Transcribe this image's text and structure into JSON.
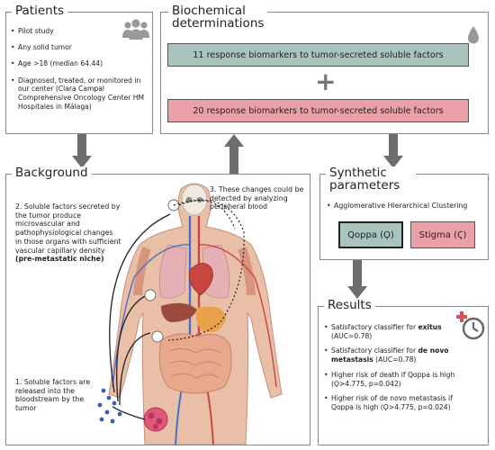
{
  "patients": {
    "title": "Patients",
    "items": [
      "Pilot study",
      "Any solid tumor",
      "Age >18 (median 64.44)",
      "Diagnosed, treated, or monitored in our center (Clara Campal Comprehensive Oncology Center HM Hospitales in Málaga)"
    ]
  },
  "biochemical": {
    "title_line1": "Biochemical",
    "title_line2": "determinations",
    "box1": "11 response biomarkers to tumor-secreted soluble factors",
    "plus": "+",
    "box2": "20 response biomarkers to tumor-secreted soluble factors"
  },
  "background": {
    "title": "Background",
    "step2_text": "2. Soluble factors secreted by the tumor produce microvascular and pathophysiological changes in those organs with sufficient vascular capillary density",
    "step2_bold": "(pre-metastatic niche)",
    "step3_text": "3. These changes could be detected by analyzing peripheral blood",
    "step1_text": "1. Soluble factors are released into the bloodstream by the tumor"
  },
  "synthetic": {
    "title_line1": "Synthetic",
    "title_line2": "parameters",
    "method": "Agglomerative Hierarchical Clustering",
    "qoppa": "Qoppa (Ϙ)",
    "stigma": "Stigma (Ϛ)"
  },
  "results": {
    "title": "Results",
    "r1_pre": "Satisfactory classifier for ",
    "r1_bold": "exitus",
    "r1_post": " (AUC=0.78)",
    "r2_pre": "Satisfactory classifier for ",
    "r2_bold": "de novo metastasis",
    "r2_post": " (AUC=0.78)",
    "r3": "Higher risk of death if Qoppa is high (Ϙ>4.775, p=0.042)",
    "r4": "Higher risk of de novo metastasis if Qoppa is high (Ϙ>4.775, p=0.024)"
  },
  "colors": {
    "teal_box": "#a9c3bf",
    "pink_box": "#e9a0a6",
    "arrow_gray": "#6e6e6e",
    "icon_gray": "#999999",
    "clock_red": "#d9534f"
  },
  "icons": [
    "people-icon",
    "drop-icon",
    "clock-plus-icon",
    "human-anatomy-illustration"
  ]
}
